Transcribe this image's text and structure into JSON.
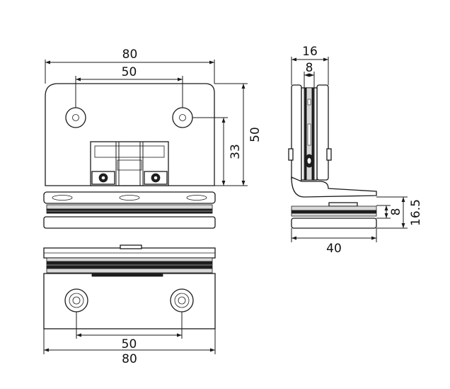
{
  "front_view": {
    "overall_width": "80",
    "hole_spacing": "50",
    "overall_height": "50",
    "hole_height": "33"
  },
  "side_view": {
    "overall_width": "16",
    "slot_width": "8",
    "base_width": "40",
    "base_height": "8",
    "total_height": "16.5"
  },
  "bottom_view": {
    "hole_spacing": "50",
    "overall_width": "80"
  },
  "colors": {
    "line": "#1a1a1a",
    "fill": "#ffffff",
    "shade": "#1e1e1e"
  }
}
